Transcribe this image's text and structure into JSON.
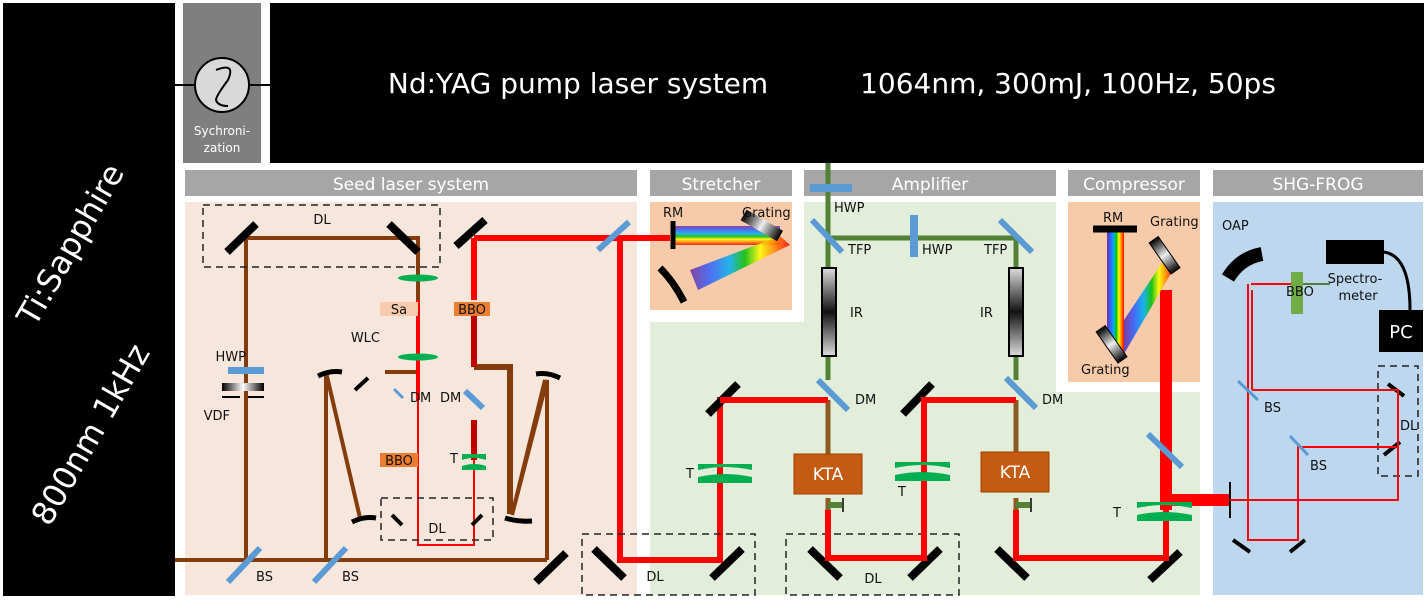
{
  "side_panel": {
    "line1": "Ti:Sapphire",
    "line2": "800nm 1kHz"
  },
  "sync": {
    "label_line1": "Sychroni-",
    "label_line2": "zation",
    "icon": "sine-wave-icon"
  },
  "pump": {
    "title": "Nd:YAG pump laser system",
    "specs": "1064nm, 300mJ, 100Hz, 50ps"
  },
  "sections": {
    "seed": "Seed laser system",
    "stretcher": "Stretcher",
    "amplifier": "Amplifier",
    "compressor": "Compressor",
    "frog": "SHG-FROG"
  },
  "labels": {
    "dl": "DL",
    "sa": "Sa",
    "wlc": "WLC",
    "bbo": "BBO",
    "hwp": "HWP",
    "vdf": "VDF",
    "dm": "DM",
    "t": "T",
    "bs": "BS",
    "rm": "RM",
    "grating": "Grating",
    "tfp": "TFP",
    "ir": "IR",
    "kta": "KTA",
    "oap": "OAP",
    "spectro1": "Spectro-",
    "spectro2": "meter",
    "pc": "PC"
  },
  "colors": {
    "seed_bg": "#f6e6dc",
    "stretch_bg": "#f7cbaa",
    "amp_bg": "#e2eed9",
    "frog_bg": "#bdd7ee",
    "header_bg": "#a6a6a6",
    "beam_red": "#ff0000",
    "beam_brown": "#843c0c",
    "beam_green": "#538135",
    "optic_blue": "#5b9bd5",
    "lens_green": "#00b050",
    "kta": "#c55a11",
    "bbo": "#ed7d31"
  }
}
